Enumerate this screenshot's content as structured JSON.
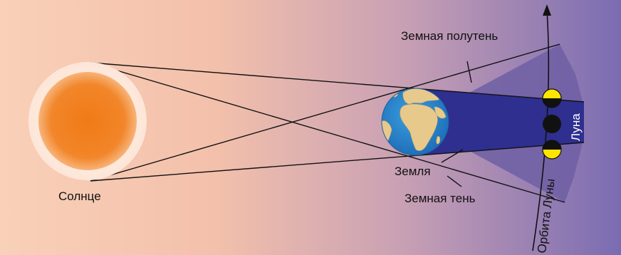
{
  "labels": {
    "sun": "Солнце",
    "earth": "Земля",
    "penumbra": "Земная полутень",
    "umbra": "Земная тень",
    "moon": "Луна",
    "moon_orbit": "Орбита Луны"
  },
  "colors": {
    "background_left": "#f7cbb2",
    "background_right": "#7b6db2",
    "sun_core": "#f07e1a",
    "sun_glow": "#fde9dc",
    "penumbra": "#6e5fa3",
    "umbra": "#2e2f8f",
    "earth_ocean": "#2e8bd0",
    "earth_land": "#e8c98c",
    "moon_lit": "#ffe600",
    "moon_dark": "#111111",
    "line": "#111111"
  },
  "icons": [
    "sun-icon",
    "earth-icon",
    "moon-icon"
  ]
}
